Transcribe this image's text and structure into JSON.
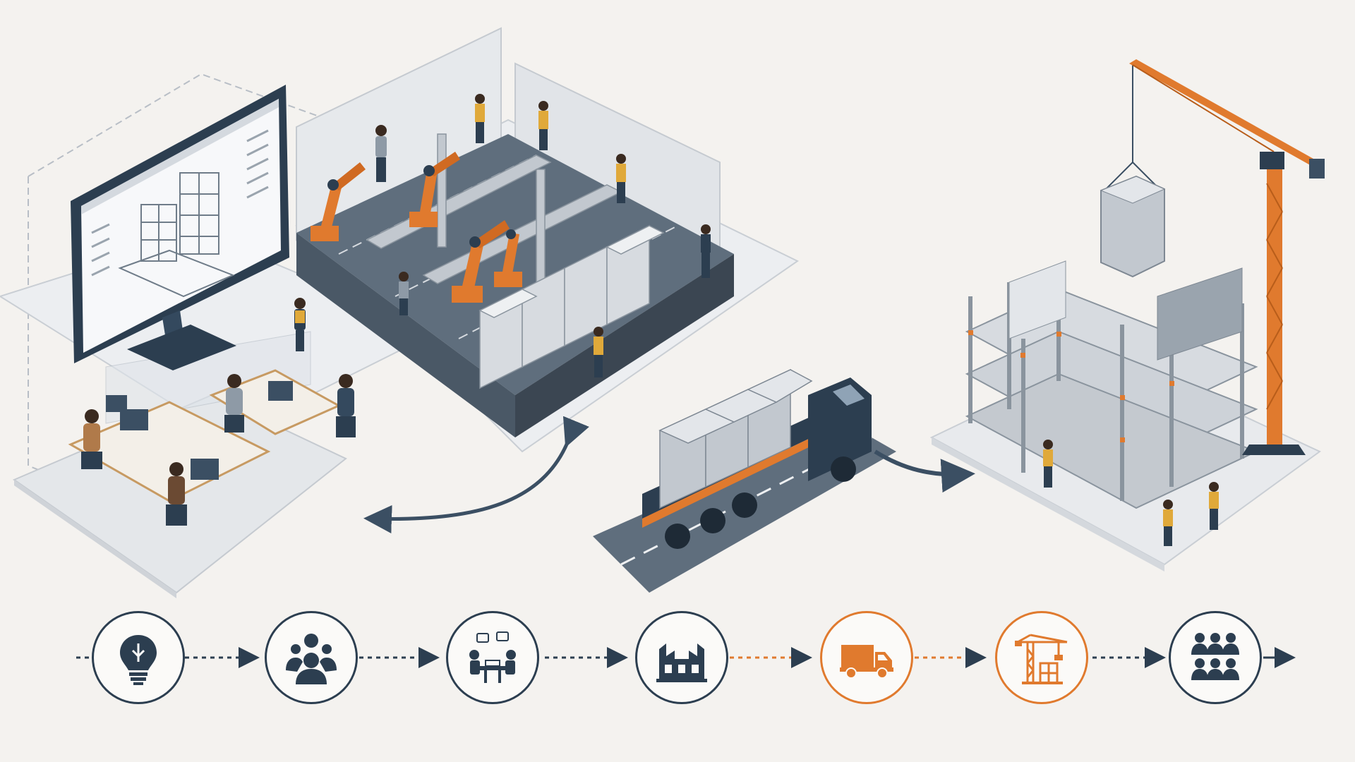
{
  "colors": {
    "navy": "#2c3e50",
    "orange": "#e07a2e",
    "steel": "#9aa4ae",
    "light_steel": "#d7dbe0",
    "platform": "#e6e8eb",
    "background": "#f4f2ef"
  },
  "process_steps": [
    {
      "icon": "lightbulb-icon",
      "accent": "navy"
    },
    {
      "icon": "team-collaboration-icon",
      "accent": "navy"
    },
    {
      "icon": "design-meeting-icon",
      "accent": "navy"
    },
    {
      "icon": "factory-icon",
      "accent": "navy"
    },
    {
      "icon": "delivery-truck-icon",
      "accent": "orange"
    },
    {
      "icon": "tower-crane-icon",
      "accent": "orange"
    },
    {
      "icon": "community-icon",
      "accent": "navy"
    }
  ]
}
